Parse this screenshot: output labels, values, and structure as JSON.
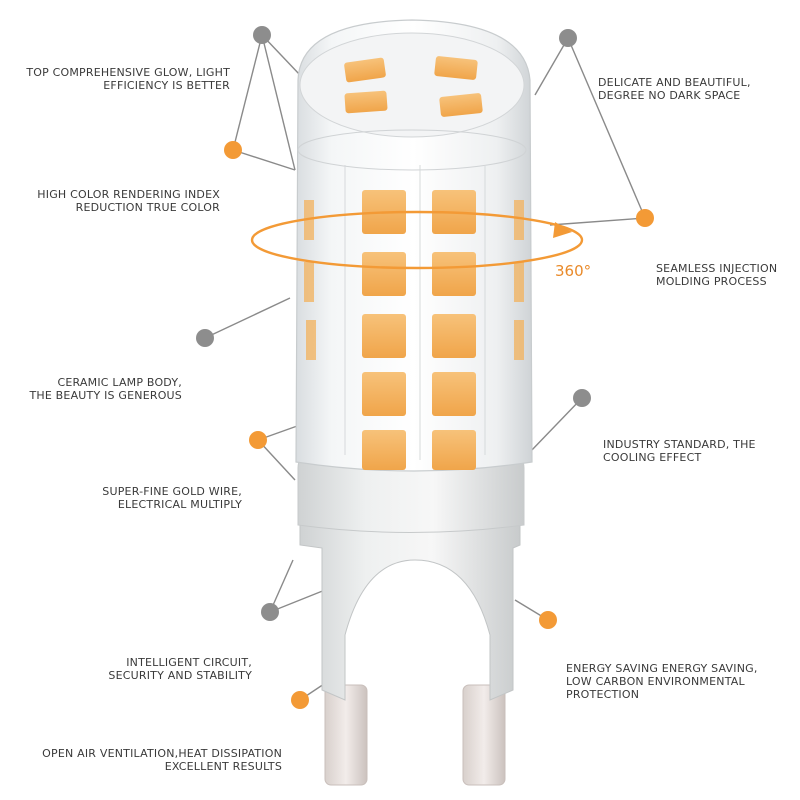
{
  "colors": {
    "accent": "#f39a36",
    "dot_gray": "#8d8d8d",
    "line": "#8a8a8a",
    "text": "#3a3a3a",
    "led": "#f3b25c"
  },
  "rotation_label": "360°",
  "callouts": [
    {
      "lines": [
        "TOP COMPREHENSIVE GLOW, LIGHT",
        "EFFICIENCY IS BETTER"
      ],
      "dot": "gray"
    },
    {
      "lines": [
        "HIGH COLOR RENDERING INDEX",
        "REDUCTION TRUE COLOR"
      ],
      "dot": "orange"
    },
    {
      "lines": [
        "CERAMIC LAMP BODY,",
        "THE BEAUTY IS GENEROUS"
      ],
      "dot": "gray"
    },
    {
      "lines": [
        "SUPER-FINE GOLD WIRE,",
        "ELECTRICAL MULTIPLY"
      ],
      "dot": "orange"
    },
    {
      "lines": [
        "INTELLIGENT CIRCUIT,",
        "SECURITY AND STABILITY"
      ],
      "dot": "gray"
    },
    {
      "lines": [
        "OPEN AIR VENTILATION,HEAT DISSIPATION",
        "EXCELLENT RESULTS"
      ],
      "dot": "orange"
    },
    {
      "lines": [
        "DELICATE AND BEAUTIFUL,",
        "DEGREE NO DARK SPACE"
      ],
      "dot": "gray"
    },
    {
      "lines": [
        "SEAMLESS INJECTION",
        "MOLDING PROCESS"
      ],
      "dot": "orange"
    },
    {
      "lines": [
        "INDUSTRY STANDARD, THE",
        "COOLING EFFECT"
      ],
      "dot": "gray"
    },
    {
      "lines": [
        "ENERGY SAVING ENERGY SAVING,",
        "LOW CARBON ENVIRONMENTAL",
        "PROTECTION"
      ],
      "dot": "orange"
    }
  ]
}
